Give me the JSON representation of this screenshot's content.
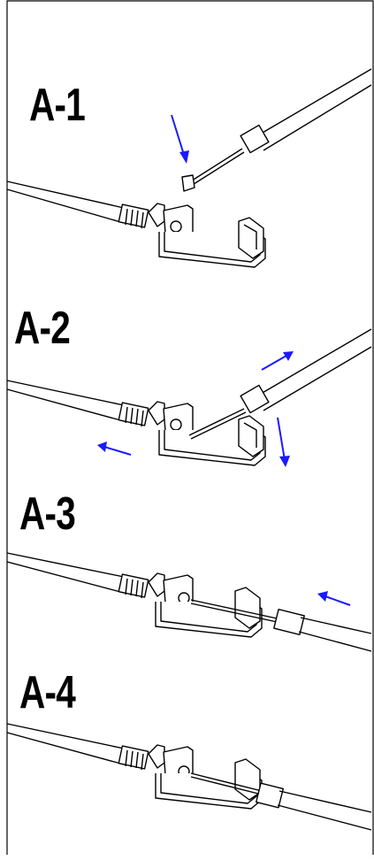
{
  "steps": [
    {
      "label": "A-1"
    },
    {
      "label": "A-2"
    },
    {
      "label": "A-3"
    },
    {
      "label": "A-4"
    }
  ],
  "colors": {
    "arrow": "#1a1aff",
    "line": "#000000",
    "background": "#ffffff"
  }
}
